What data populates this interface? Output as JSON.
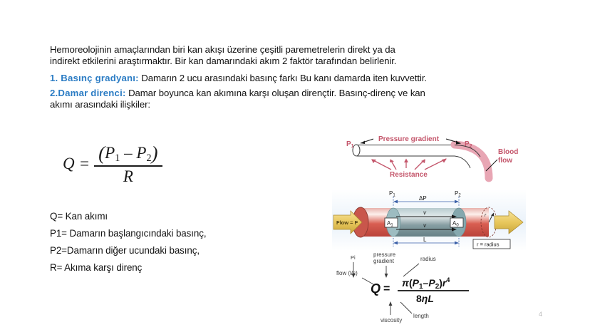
{
  "slide": {
    "page_number": "4",
    "accent_color": "#2b7cc4",
    "diagram_label_color": "#c4566b"
  },
  "body_text": {
    "intro_line1": "Hemoreolojinin amaçlarından biri kan akışı üzerine çeşitli paremetrelerin direkt ya da",
    "intro_line2": "indirekt etkilerini araştırmaktır. Bir kan damarındaki akım 2 faktör tarafından belirlenir.",
    "item1_label": "1. Basınç gradyanı:",
    "item1_text": " Damarın 2 ucu arasındaki basınç farkı  Bu kanı damarda iten kuvvettir.",
    "item2_label": "2.Damar direnci:",
    "item2_text": " Damar boyunca kan akımına karşı oluşan dirençtir. Basınç-direnç ve kan",
    "item2_text_line2": "akımı arasındaki ilişkiler:"
  },
  "formula_main": {
    "lhs": "Q",
    "equals": "=",
    "numerator_open": "(",
    "numerator_p1": "P",
    "numerator_p1_sub": "1",
    "numerator_minus": "–",
    "numerator_p2": "P",
    "numerator_p2_sub": "2",
    "numerator_close": ")",
    "denominator": "R"
  },
  "definitions": [
    "Q= Kan akımı",
    "P1= Damarın başlangıcındaki basınç,",
    "P2=Damarın diğer ucundaki basınç,",
    "R= Akıma karşı direnç"
  ],
  "figure_pressure_gradient": {
    "label_p1": "P",
    "label_p1_sub": "1",
    "label_p2": "P",
    "label_p2_sub": "2",
    "label_gradient": "Pressure gradient",
    "label_resistance": "Resistance",
    "label_blood": "Blood",
    "label_flow": "flow"
  },
  "figure_cylinder": {
    "label_flow_f": "Flow = F",
    "label_p1": "P",
    "label_p1_sub": "1",
    "label_p2": "P",
    "label_p2_sub": "2",
    "label_delta_p": "ΔP",
    "label_a1": "A",
    "label_a1_sub": "1",
    "label_a0": "A",
    "label_a0_sub": "0",
    "label_v_top": "v",
    "label_v_bottom": "v",
    "label_length": "L",
    "label_r_small": "r",
    "label_radius_box": "r = radius"
  },
  "figure_poiseuille": {
    "label_flow": "flow (l/s)",
    "label_pi": "Pi",
    "label_pressure": "pressure",
    "label_gradient": "gradient",
    "label_radius": "radius",
    "label_viscosity": "viscosity",
    "label_length": "length",
    "eq_q": "Q",
    "eq_equals": "=",
    "num_pi": "π",
    "num_open": "(",
    "num_p1": "P",
    "num_p1_sub": "1",
    "num_minus": "–",
    "num_p2": "P",
    "num_p2_sub": "2",
    "num_close": ")",
    "num_r": "r",
    "num_r_sup": "4",
    "den_8": "8",
    "den_eta": "η",
    "den_l": "L"
  }
}
